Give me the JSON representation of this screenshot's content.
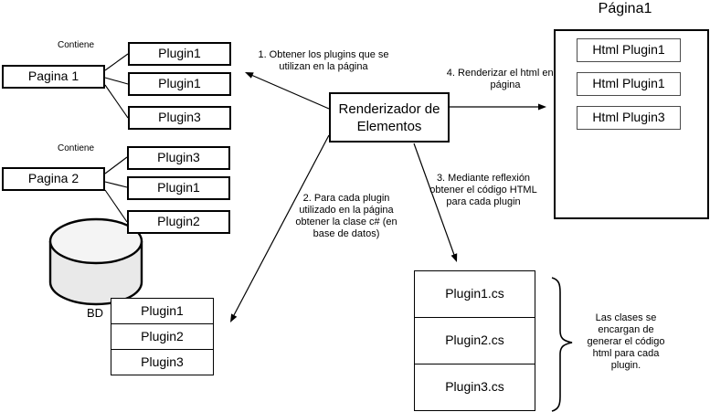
{
  "palette": {
    "background": "#ffffff",
    "stroke": "#000000",
    "cylinder_fill": "#ededed"
  },
  "page1_group": {
    "contiene_label": "Contiene",
    "page_label": "Pagina 1",
    "plugins": [
      "Plugin1",
      "Plugin1",
      "Plugin3"
    ]
  },
  "page2_group": {
    "contiene_label": "Contiene",
    "page_label": "Pagina 2",
    "plugins": [
      "Plugin3",
      "Plugin1",
      "Plugin2"
    ]
  },
  "database": {
    "label": "BD",
    "plugins": [
      "Plugin1",
      "Plugin2",
      "Plugin3"
    ]
  },
  "renderer": {
    "label": "Renderizador de Elementos"
  },
  "steps": {
    "step1": "1. Obtener los plugins que se utilizan en la página",
    "step2": "2. Para cada plugin utilizado en la página obtener la clase c# (en base de datos)",
    "step3": "3. Mediante reflexión obtener el código HTML para cada plugin",
    "step4": "4. Renderizar el html en la página"
  },
  "rendered_page": {
    "title": "Página1",
    "items": [
      "Html Plugin1",
      "Html Plugin1",
      "Html Plugin3"
    ]
  },
  "classes": {
    "items": [
      "Plugin1.cs",
      "Plugin2.cs",
      "Plugin3.cs"
    ],
    "note": "Las clases se encargan de generar el código html para cada plugin."
  }
}
